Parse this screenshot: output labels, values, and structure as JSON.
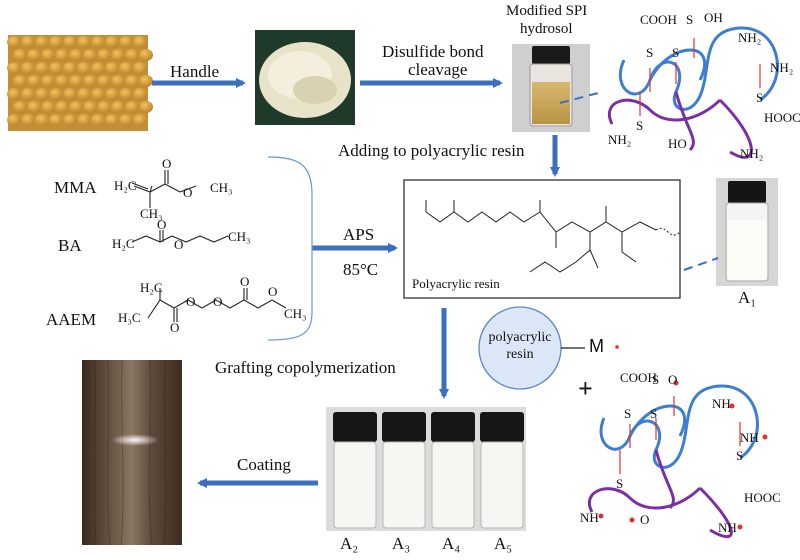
{
  "steps": {
    "handle": "Handle",
    "disulfide_line1": "Disulfide bond",
    "disulfide_line2": "cleavage",
    "hydrosol_line1": "Modified SPI",
    "hydrosol_line2": "hydrosol",
    "adding": "Adding to polyacrylic resin",
    "aps": "APS",
    "temperature": "85°C",
    "grafting": "Grafting copolymerization",
    "coating": "Coating"
  },
  "monomers": {
    "mma": "MMA",
    "ba": "BA",
    "aaem": "AAEM"
  },
  "resin": {
    "label": "Polyacrylic resin",
    "circle_line1": "polyacrylic",
    "circle_line2": "resin",
    "radical": "M",
    "plus": "+"
  },
  "samples": {
    "a1": "A₁",
    "a2": "A₂",
    "a3": "A₃",
    "a4": "A₄",
    "a5": "A₅"
  },
  "protein_top": {
    "cooh": "COOH",
    "oh": "OH",
    "nh2_a": "NH₂",
    "nh2_b": "NH₂",
    "nh2_c": "NH₂",
    "nh2_d": "NH₂",
    "ho": "HO",
    "hooc": "HOOC",
    "s": "S"
  },
  "protein_bottom": {
    "cooh": "COOH",
    "o": "O",
    "nh_a": "NH",
    "nh_b": "NH",
    "nh_c": "NH",
    "nh_d": "NH",
    "o2": "O",
    "hooc": "HOOC",
    "s": "S"
  },
  "chem": {
    "h2c": "H₂C",
    "ch3": "CH₃",
    "o": "O",
    "h3c": "H₃C"
  },
  "colors": {
    "arrow": "#3d6fbf",
    "blue_chain": "#3c7fd0",
    "purple_chain": "#7b2fa4",
    "radical_dot": "#e23030",
    "circle_fill": "#dbe7f6"
  }
}
